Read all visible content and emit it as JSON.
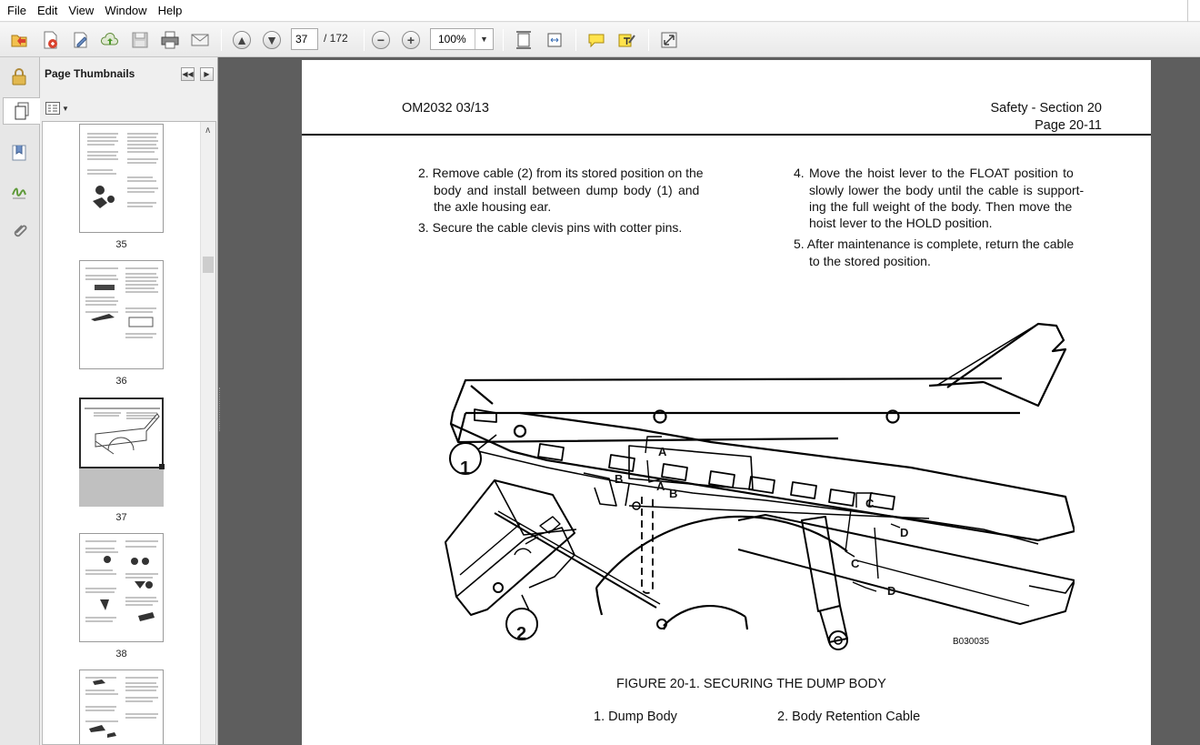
{
  "menu": [
    "File",
    "Edit",
    "View",
    "Window",
    "Help"
  ],
  "toolbar": {
    "page_current": "37",
    "page_total": "/ 172",
    "zoom": "100%"
  },
  "panel": {
    "title": "Page Thumbnails",
    "thumbnails": [
      {
        "label": "35"
      },
      {
        "label": "36"
      },
      {
        "label": "37"
      },
      {
        "label": "38"
      },
      {
        "label": ""
      }
    ]
  },
  "document": {
    "header_left": "OM2032   03/13",
    "header_right_1": "Safety - Section 20",
    "header_right_2": "Page 20-11",
    "step2": "2. Remove cable (2) from its stored position on the",
    "step2b": "body and install between dump body (1) and",
    "step2c": "the axle housing ear.",
    "step3": "3. Secure the cable clevis pins with cotter pins.",
    "step4": "4. Move the hoist lever to the FLOAT position to",
    "step4b": "slowly lower the body until the cable is support-",
    "step4c": "ing the full weight of the body. Then move the",
    "step4d": "hoist lever to the HOLD position.",
    "step5": "5. After maintenance is complete, return the cable",
    "step5b": "to the stored position.",
    "figure": {
      "callout_1": "1",
      "callout_2": "2",
      "letters": [
        "A",
        "A",
        "B",
        "B",
        "C",
        "C",
        "D",
        "D"
      ],
      "code": "B030035",
      "caption": "FIGURE 20-1. SECURING THE DUMP BODY",
      "legend_1": "1. Dump Body",
      "legend_2": "2. Body Retention Cable"
    }
  },
  "colors": {
    "doc_background": "#5e5e5e",
    "page": "#ffffff",
    "chrome": "#f0f0f0"
  },
  "icons": [
    "open-icon",
    "create-pdf-icon",
    "edit-icon",
    "upload-icon",
    "save-icon",
    "print-icon",
    "email-icon",
    "prev-page-icon",
    "next-page-icon",
    "zoom-out-icon",
    "zoom-in-icon",
    "fit-page-icon",
    "fit-width-icon",
    "comment-icon",
    "highlight-icon",
    "fullscreen-icon",
    "lock-icon",
    "pages-icon",
    "bookmark-icon",
    "signature-icon",
    "attachment-icon"
  ]
}
